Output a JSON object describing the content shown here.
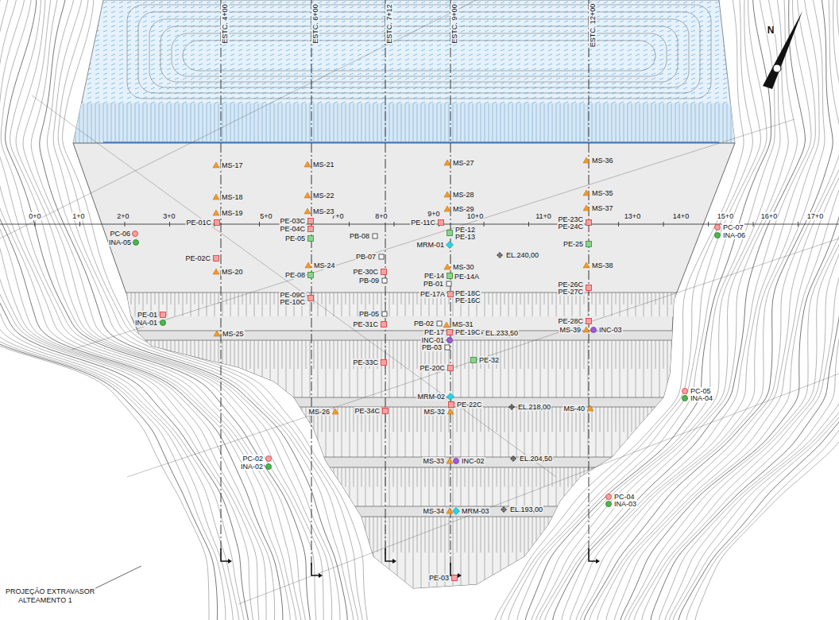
{
  "diagram": {
    "labels": [
      "ESTC. 4+00",
      "ESTC. 6+00",
      "ESTC. 7+12",
      "ESTC. 9+00",
      "ESTC. 12+00",
      "0+0",
      "1+0",
      "2+0",
      "3+0",
      "5+0",
      "7+0",
      "8+0",
      "9+0",
      "10+0",
      "11+0",
      "13+0",
      "14+0",
      "15+0",
      "16+0",
      "17+0",
      "MS-17",
      "MS-21",
      "MS-27",
      "MS-36",
      "MS-18",
      "MS-22",
      "MS-28",
      "MS-35",
      "MS-19",
      "MS-23",
      "MS-29",
      "MS-37",
      "PE-01C",
      "PE-03C",
      "PE-04C",
      "PE-11C",
      "PE-12",
      "PE-13",
      "MRM-01",
      "PE-23C",
      "PE-24C",
      "PC-06",
      "INA-05",
      "PC-07",
      "INA-06",
      "PE-05",
      "PB-08",
      "PE-25",
      "PE-02C",
      "PB-07",
      "EL.240,00",
      "MS-24",
      "MS-38",
      "MS-20",
      "PE-08",
      "PE-30C",
      "MS-30",
      "PE-14",
      "PE-14A",
      "PB-01",
      "PB-09",
      "PE-26C",
      "PE-27C",
      "PE-09C",
      "PE-10C",
      "PE-17A",
      "PE-18C",
      "PE-16C",
      "PE-01",
      "INA-01",
      "PB-05",
      "PE-28C",
      "PB-02",
      "MS-31",
      "PE-31C",
      "MS-25",
      "PE-17",
      "INC-01",
      "PE-19C",
      "EL.233,50",
      "MS-39",
      "INC-03",
      "PB-03",
      "PE-32",
      "PE-33C",
      "PE-20C",
      "MRM-02",
      "PE-22C",
      "EL.218,00",
      "MS-40",
      "PC-05",
      "INA-04",
      "MS-26",
      "PE-34C",
      "MS-32",
      "PC-02",
      "INA-02",
      "MS-33",
      "INC-02",
      "EL.204,50",
      "PC-04",
      "INA-03",
      "MS-34",
      "MRM-03",
      "EL.193,00",
      "PE-03",
      "PROJEÇÃO EXTRAVASOR",
      "ALTEAMENTO 1",
      "N"
    ]
  }
}
